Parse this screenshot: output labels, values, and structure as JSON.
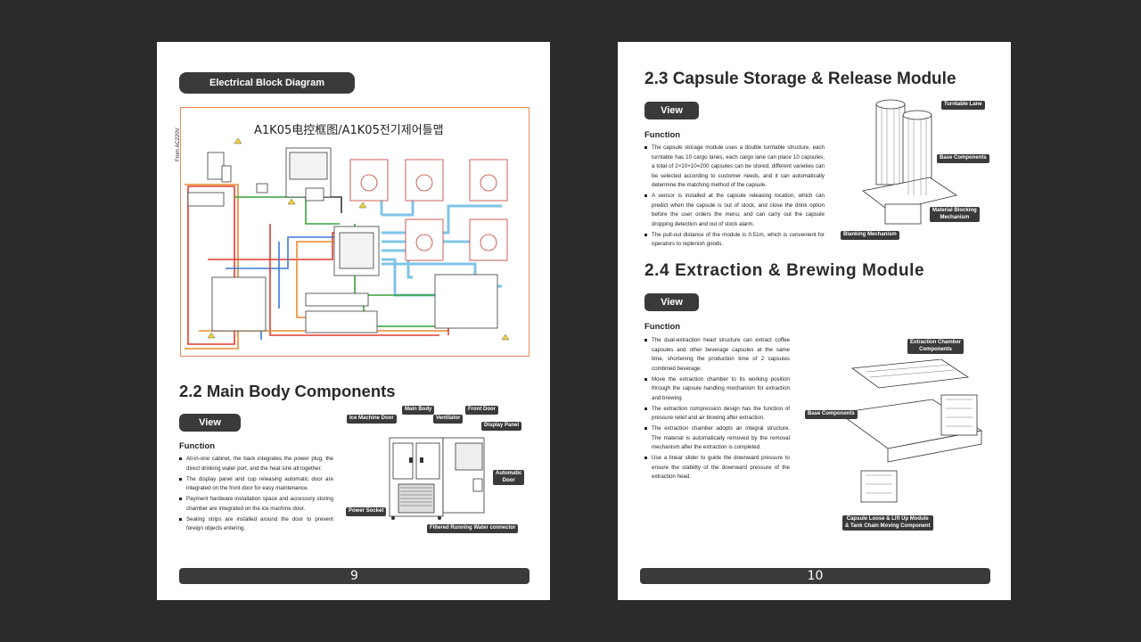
{
  "left_page": {
    "header_pill": "Electrical Block Diagram",
    "diagram": {
      "title": "A1K05电控框图/A1K05전기제어틀맵",
      "power_label": "From AC220V"
    },
    "section_title": "2.2 Main Body Components",
    "view_button": "View",
    "function_label": "Function",
    "bullets": [
      "All-in-one cabinet, the back integrates the power plug, the direct drinking water port, and the heat sink all together.",
      "The display panel and cup releasing automatic door are integrated on the front door for easy maintenance.",
      "Payment hardware installation space and accessory storing chamber are integrated on the ice machine door.",
      "Sealing strips are installed around the door to prevent foreign objects entering."
    ],
    "callouts": {
      "main_body": "Main Body",
      "front_door": "Front Door",
      "ice_machine_door": "Ice Machine Door",
      "ventilator": "Ventilator",
      "display_panel": "Display Panel",
      "automatic_door_1": "Automatic",
      "automatic_door_2": "Door",
      "power_socket": "Power Socket",
      "filtered_water": "Filtered Running Water connector"
    },
    "page_number": "9"
  },
  "right_page": {
    "section_title_1": "2.3 Capsule Storage & Release Module",
    "view_button_1": "View",
    "function_label_1": "Function",
    "bullets_1": [
      "The capsule storage module uses a double turntable structure, each turntable has 10 cargo lanes, each cargo lane can place 10 capsules, a total of 2×10×10=200 capsules can be stored; different varieties can be selected according to customer needs, and it can automatically determine the matching method of the capsule.",
      "A sensor is installed at the capsule releasing location, which can predict when the capsule is out of stock, and close the drink option before the user orders the menu; and can carry out the capsule dropping detection and out of stock alarm.",
      "The pull-out distance of the module is 0.51m, which is convenient for operators to replenish goods."
    ],
    "callouts_1": {
      "turntable_lane": "Turntable Lane",
      "base_components": "Base Components",
      "material_blocking_1": "Material Blocking",
      "material_blocking_2": "Mechanism",
      "blanking_mechanism": "Blanking Mechanism"
    },
    "section_title_2": "2.4 Extraction & Brewing Module",
    "view_button_2": "View",
    "function_label_2": "Function",
    "bullets_2": [
      "The dual-extraction head structure can extract coffee capsules and other beverage capsules at the same time, shortening the production time of 2 capsules combined beverage.",
      "Move the extraction chamber to its working position through the capsule handling mechanism for extraction and brewing",
      "The extraction compression design has the function of pressure relief and air blowing after extraction.",
      "The extraction chamber adopts an integral structure. The material is automatically removed by the removal mechanism after the extraction is completed.",
      "Use a linear slider to guide the downward pressure to ensure the stability of the downward pressure of the extraction head."
    ],
    "callouts_2": {
      "extraction_chamber_1": "Extraction Chamber",
      "extraction_chamber_2": "Components",
      "base_components": "Base Components",
      "capsule_loose_1": "Capsule Loose & Lift Up Module",
      "capsule_loose_2": "& Tank Chain Moving Component"
    },
    "page_number": "10"
  }
}
